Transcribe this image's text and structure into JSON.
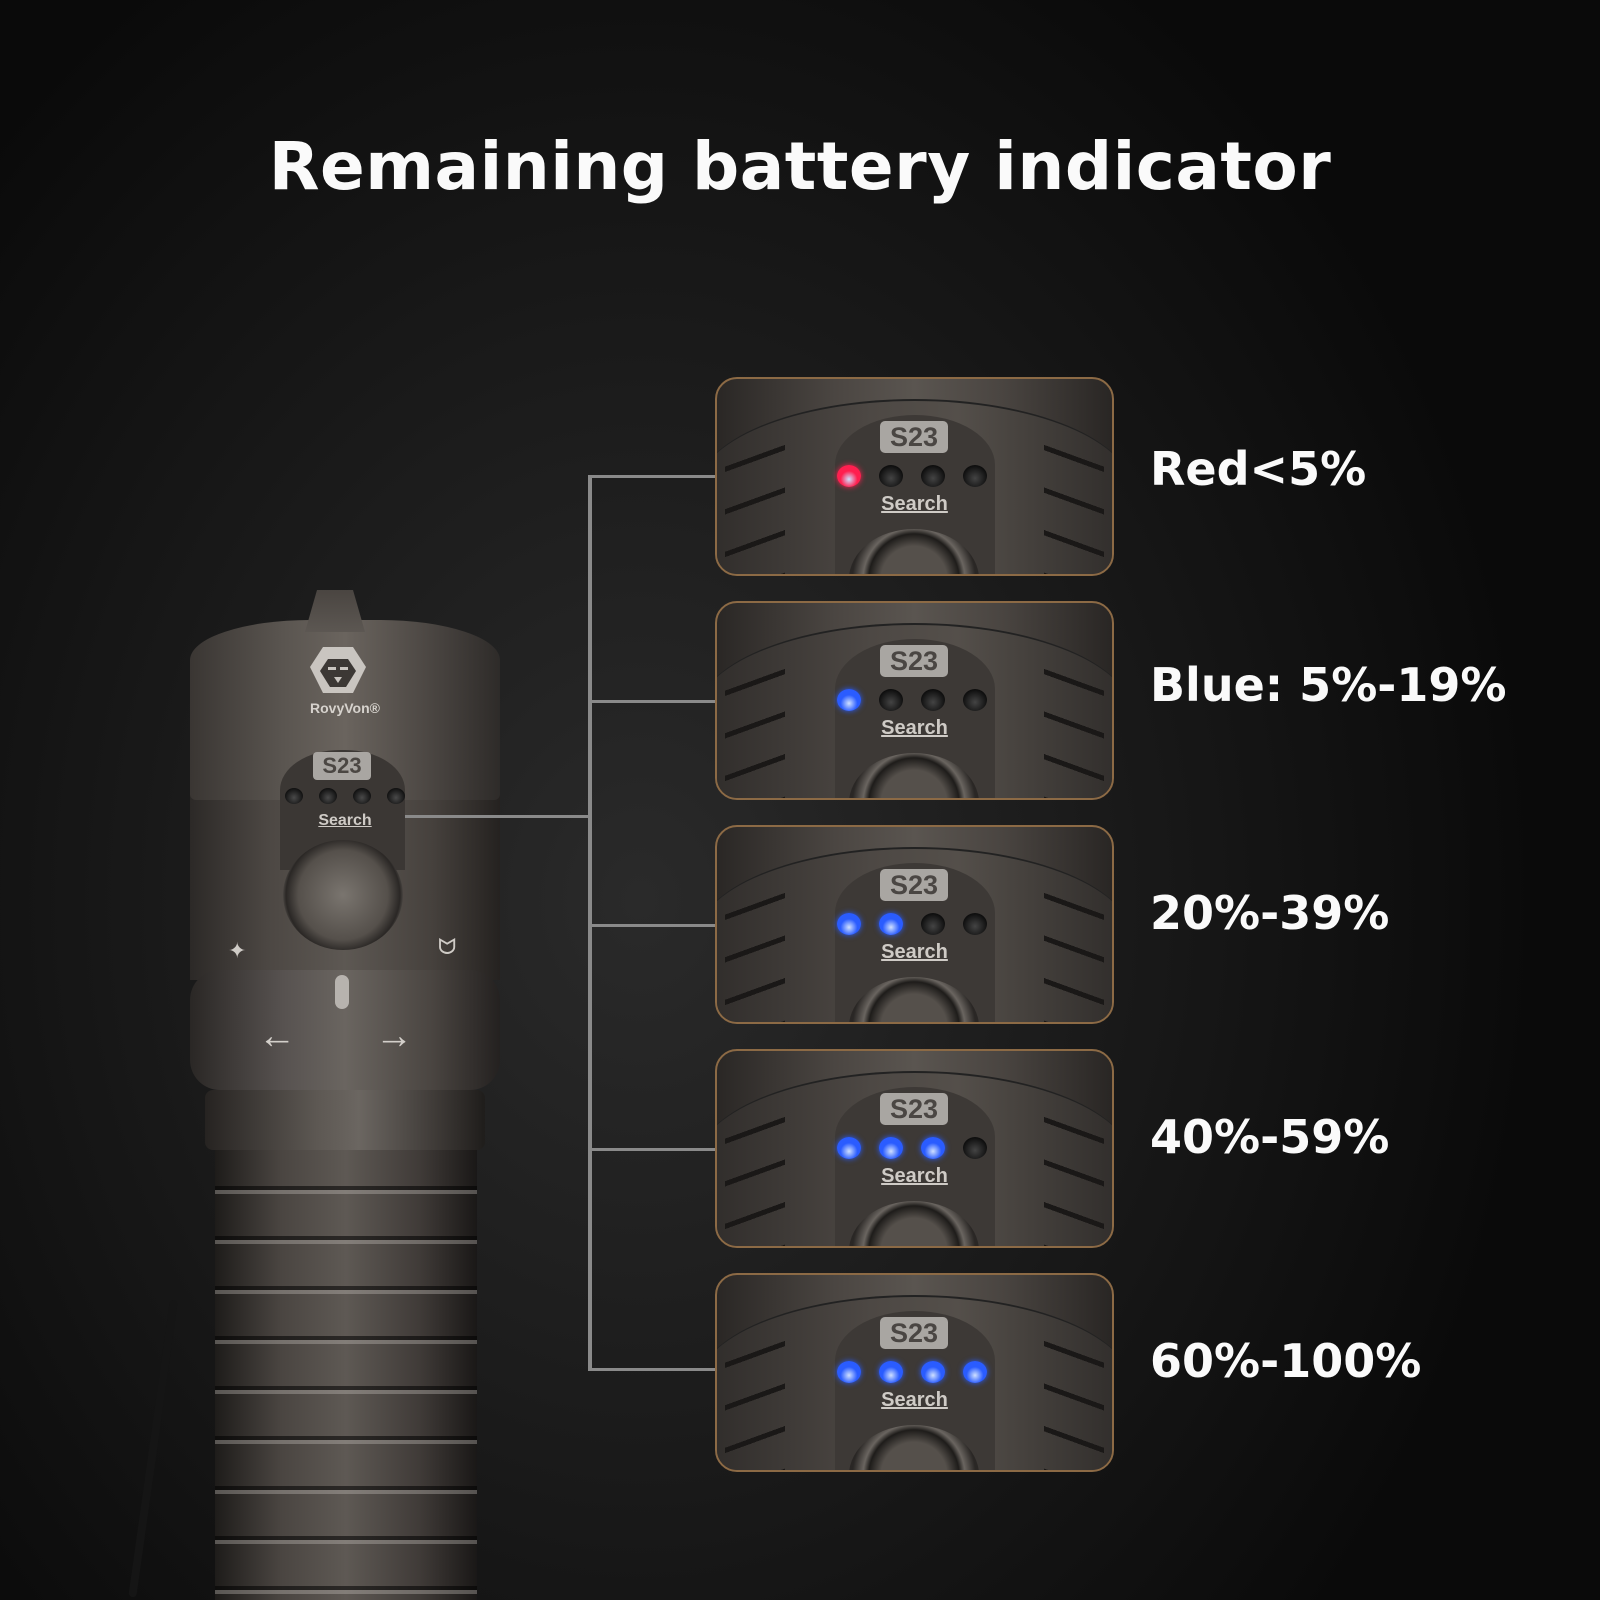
{
  "title": "Remaining battery indicator",
  "product": {
    "brand": "RovyVon®",
    "model": "S23",
    "button_label": "Search",
    "icons": [
      "lion-logo-icon",
      "beam-target-icon",
      "headlamp-face-icon",
      "arrow-left-icon",
      "arrow-right-icon"
    ],
    "arrow_left": "←",
    "arrow_right": "→",
    "icon_left": "✦",
    "icon_right": "ᗢ"
  },
  "colors": {
    "led_red": "#ff1f4f",
    "led_blue": "#2a5cff",
    "led_off": "#151515",
    "card_border": "#8c6a45",
    "connector_line": "#8a8a8a",
    "background": "#111111"
  },
  "levels": [
    {
      "label": "Red<5%",
      "leds": [
        "red",
        "off",
        "off",
        "off"
      ]
    },
    {
      "label": "Blue: 5%-19%",
      "leds": [
        "blue",
        "off",
        "off",
        "off"
      ]
    },
    {
      "label": "20%-39%",
      "leds": [
        "blue",
        "blue",
        "off",
        "off"
      ]
    },
    {
      "label": "40%-59%",
      "leds": [
        "blue",
        "blue",
        "blue",
        "off"
      ]
    },
    {
      "label": "60%-100%",
      "leds": [
        "blue",
        "blue",
        "blue",
        "blue"
      ]
    }
  ]
}
